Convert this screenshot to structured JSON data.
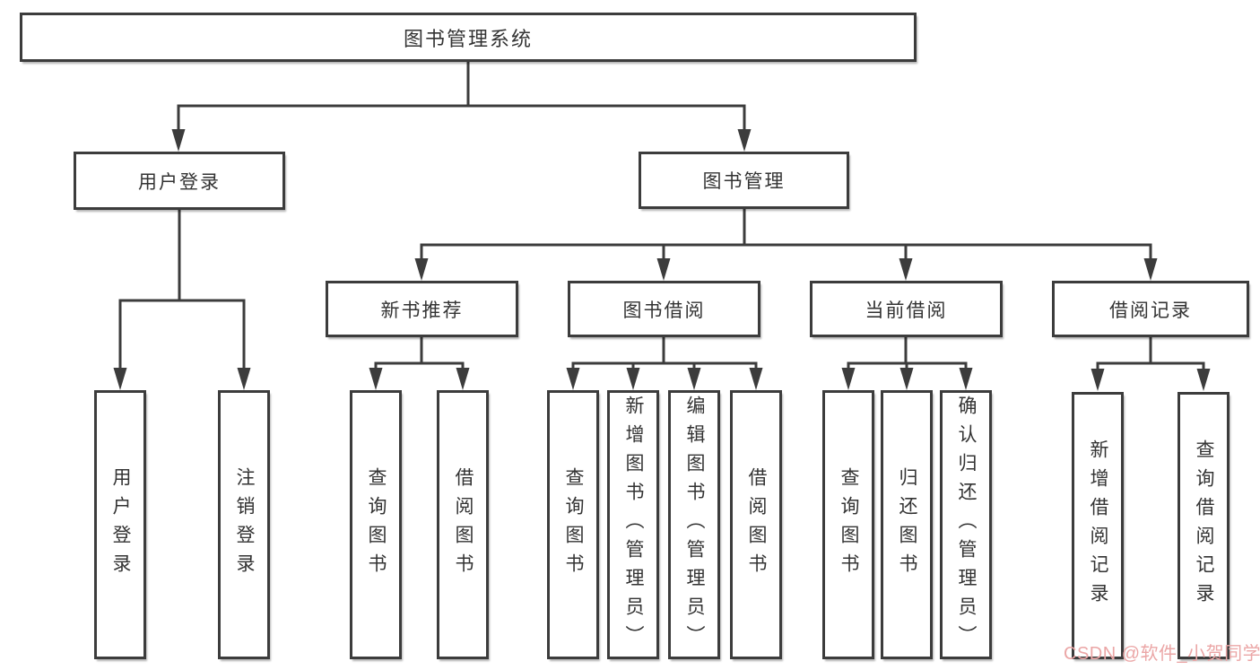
{
  "diagram": {
    "root": {
      "label": "图书管理系统"
    },
    "level1": [
      {
        "label": "用户登录"
      },
      {
        "label": "图书管理"
      }
    ],
    "level2": [
      {
        "label": "新书推荐"
      },
      {
        "label": "图书借阅"
      },
      {
        "label": "当前借阅"
      },
      {
        "label": "借阅记录"
      }
    ],
    "leaves": [
      {
        "label": "用户登录"
      },
      {
        "label": "注销登录"
      },
      {
        "label": "查询图书"
      },
      {
        "label": "借阅图书"
      },
      {
        "label": "查询图书"
      },
      {
        "label": "新增图书（管理员）"
      },
      {
        "label": "编辑图书（管理员）"
      },
      {
        "label": "借阅图书"
      },
      {
        "label": "查询图书"
      },
      {
        "label": "归还图书"
      },
      {
        "label": "确认归还（管理员）"
      },
      {
        "label": "新增借阅记录"
      },
      {
        "label": "查询借阅记录"
      }
    ]
  },
  "watermark": {
    "text": "CSDN @软件_小贺同学"
  },
  "colors": {
    "line": "#3c3c3c",
    "text": "#333333",
    "watermark": "#eba6a6",
    "background": "#ffffff"
  }
}
